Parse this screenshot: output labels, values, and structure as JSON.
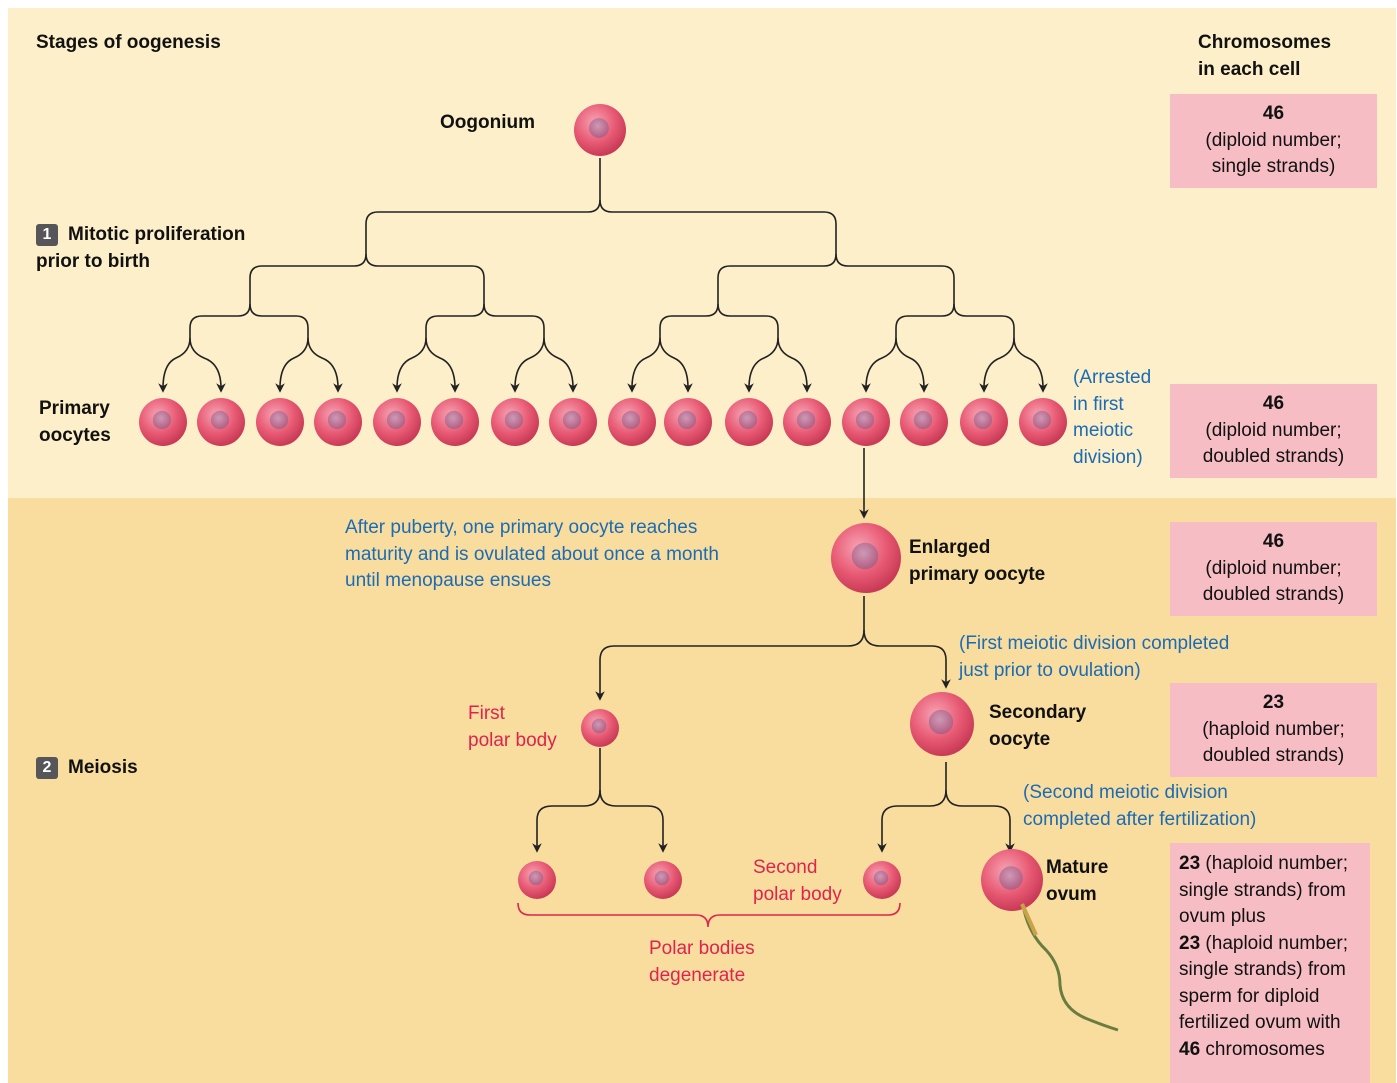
{
  "header": {
    "stages_title": "Stages of oogenesis",
    "chrom_title_line1": "Chromosomes",
    "chrom_title_line2": "in each cell"
  },
  "steps": [
    {
      "number": "1",
      "line1": "Mitotic proliferation",
      "line2": "prior to birth"
    },
    {
      "number": "2",
      "line1": "Meiosis"
    }
  ],
  "cells": {
    "oogonium": "Oogonium",
    "primary_line1": "Primary",
    "primary_line2": "oocytes",
    "enlarged_line1": "Enlarged",
    "enlarged_line2": "primary oocyte",
    "secondary_line1": "Secondary",
    "secondary_line2": "oocyte",
    "first_polar_line1": "First",
    "first_polar_line2": "polar body",
    "second_polar_line1": "Second",
    "second_polar_line2": "polar body",
    "mature_line1": "Mature",
    "mature_line2": "ovum"
  },
  "notes": {
    "arrested": [
      "(Arrested",
      "in first",
      "meiotic",
      "division)"
    ],
    "puberty": [
      "After puberty, one primary oocyte reaches",
      "maturity and is ovulated about once a month",
      "until menopause ensues"
    ],
    "first_div": [
      "(First meiotic division completed",
      "just prior to ovulation)"
    ],
    "second_div": [
      "(Second meiotic division",
      "completed after fertilization)"
    ],
    "degenerate": [
      "Polar bodies",
      "degenerate"
    ]
  },
  "chromosomes": [
    {
      "count": "46",
      "line1": "(diploid number;",
      "line2": "single strands)"
    },
    {
      "count": "46",
      "line1": "(diploid number;",
      "line2": "doubled strands)"
    },
    {
      "count": "46",
      "line1": "(diploid number;",
      "line2": "doubled strands)"
    },
    {
      "count": "23",
      "line1": "(haploid number;",
      "line2": "doubled strands)"
    }
  ],
  "chrom_final": {
    "count_a": "23",
    "a_line1": " (haploid number;",
    "a_line2": "single strands) from",
    "a_line3": "ovum plus",
    "count_b": "23",
    "b_line1": " (haploid number;",
    "b_line2": "single strands) from",
    "b_line3": "sperm for diploid",
    "b_line4": "fertilized ovum with",
    "count_c": "46",
    "c_line1": " chromosomes"
  },
  "colors": {
    "cell": "#e8536e",
    "nucleus": "#b36a8a",
    "note_blue": "#1b6bb5",
    "note_red": "#e0234e",
    "band_top": "#fcefc9",
    "band_bottom": "#f9dd9f",
    "chrom_box": "#f6bec4"
  }
}
